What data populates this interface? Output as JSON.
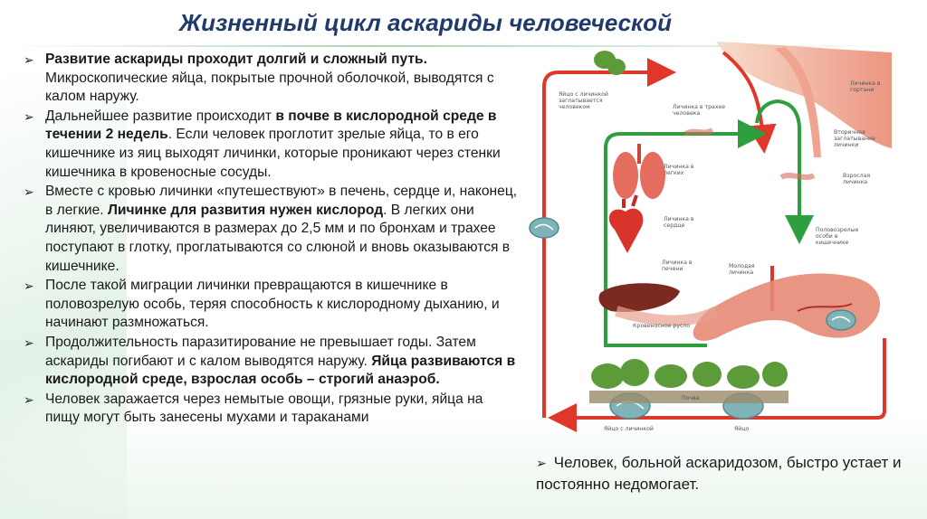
{
  "title": "Жизненный цикл аскариды человеческой",
  "paragraphs": [
    {
      "segments": [
        {
          "t": "Развитие аскариды проходит долгий и сложный путь.",
          "bold": true
        },
        {
          "t": " Микроскопические яйца, покрытые прочной оболочкой, выводятся с калом наружу.",
          "bold": false
        }
      ]
    },
    {
      "segments": [
        {
          "t": "Дальнейшее развитие происходит ",
          "bold": false
        },
        {
          "t": "в почве в кислородной среде в течении 2 недель",
          "bold": true
        },
        {
          "t": ". Если человек проглотит зрелые яйца, то в его кишечнике из яиц выходят личинки, которые проникают через стенки кишечника в кровеносные сосуды.",
          "bold": false
        }
      ]
    },
    {
      "segments": [
        {
          "t": "Вместе с кровью личинки «путешествуют» в печень, сердце и, наконец, в легкие. ",
          "bold": false
        },
        {
          "t": "Личинке для развития нужен кислород",
          "bold": true
        },
        {
          "t": ". В легких они линяют, увеличиваются в размерах до 2,5 мм и по бронхам и трахее поступают в глотку, проглатываются со слюной и вновь оказываются в кишечнике.",
          "bold": false
        }
      ]
    },
    {
      "segments": [
        {
          "t": "После такой миграции личинки превращаются в кишечнике в половозрелую особь, теряя способность к кислородному дыханию, и начинают размножаться.",
          "bold": false
        }
      ]
    },
    {
      "segments": [
        {
          "t": "Продолжительность паразитирование не превышает годы. Затем аскариды погибают и с калом выводятся наружу. ",
          "bold": false
        },
        {
          "t": "Яйца развиваются в кислородной среде, взрослая особь – строгий анаэроб.",
          "bold": true
        }
      ]
    },
    {
      "segments": [
        {
          "t": "Человек заражается через немытые овощи, грязные руки, яйца на пищу могут быть занесены мухами и тараканами",
          "bold": false
        }
      ]
    }
  ],
  "bullet_icon": "arrow-bullet-icon",
  "side_note": "Человек, больной аскаридозом, быстро устает и постоянно недомогает.",
  "diagram": {
    "labels": {
      "egg_with_larva_swallowed": [
        "Яйцо с личинкой",
        "заглатывается",
        "человеком"
      ],
      "larva_in_larynx": [
        "Личинка в",
        "гортани"
      ],
      "larva_in_trachea": [
        "Личинка в трахее",
        "человека"
      ],
      "secondary_swallowing": [
        "Вторичное",
        "заглатывание",
        "личинки"
      ],
      "larva_in_lungs": [
        "Личинка в",
        "легких"
      ],
      "adult_larva": [
        "Взрослая",
        "личинка"
      ],
      "larva_in_heart": [
        "Личинка в",
        "сердце"
      ],
      "mature_in_intestine": [
        "Половозрелые",
        "особи в",
        "кишечнике"
      ],
      "larva_in_liver": [
        "Личинка в",
        "печени"
      ],
      "young_larva": [
        "Молодая",
        "личинка"
      ],
      "bloodstream": "Кровеносное русло",
      "soil": "Почва",
      "egg_with_larva": "Яйцо с личинкой",
      "egg": "Яйцо"
    },
    "colors": {
      "arrow_red": "#e0372b",
      "arrow_green": "#2e9e3e",
      "organ_red": "#d94a3a",
      "egg_teal": "#7fb3b8",
      "plants_green": "#5d9b3a"
    }
  }
}
